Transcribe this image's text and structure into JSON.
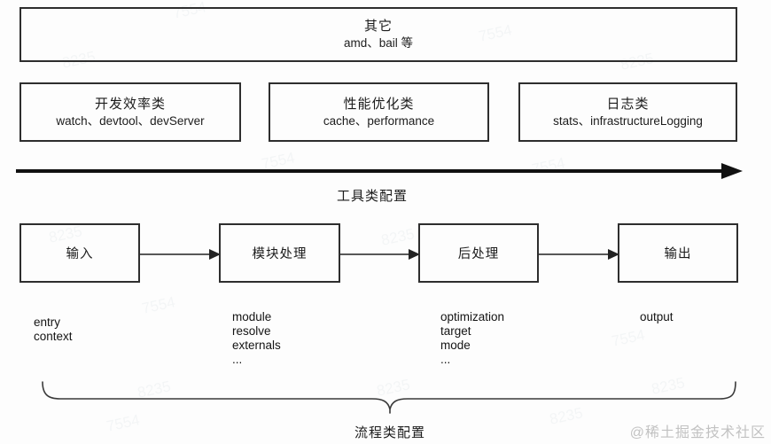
{
  "colors": {
    "background": "#fdfdfd",
    "border": "#2e2e2e",
    "text": "#1c1c1c",
    "arrow": "#111111",
    "community_watermark_gray": "#c2c2c2"
  },
  "other_box": {
    "title": "其它",
    "subtitle": "amd、bail 等"
  },
  "tool_section": {
    "categories": [
      {
        "title": "开发效率类",
        "subtitle": "watch、devtool、devServer"
      },
      {
        "title": "性能优化类",
        "subtitle": "cache、performance"
      },
      {
        "title": "日志类",
        "subtitle": "stats、infrastructureLogging"
      }
    ],
    "axis_label": "工具类配置"
  },
  "flow_section": {
    "stages": [
      {
        "label": "输入",
        "options": [
          "entry",
          "context"
        ]
      },
      {
        "label": "模块处理",
        "options": [
          "module",
          "resolve",
          "externals",
          "..."
        ]
      },
      {
        "label": "后处理",
        "options": [
          "optimization",
          "target",
          "mode",
          "..."
        ]
      },
      {
        "label": "输出",
        "options": [
          "output"
        ]
      }
    ],
    "brace_label": "流程类配置"
  },
  "watermarks": {
    "community": "@稀土掘金技术社区",
    "faint": [
      "8235",
      "7554"
    ]
  }
}
